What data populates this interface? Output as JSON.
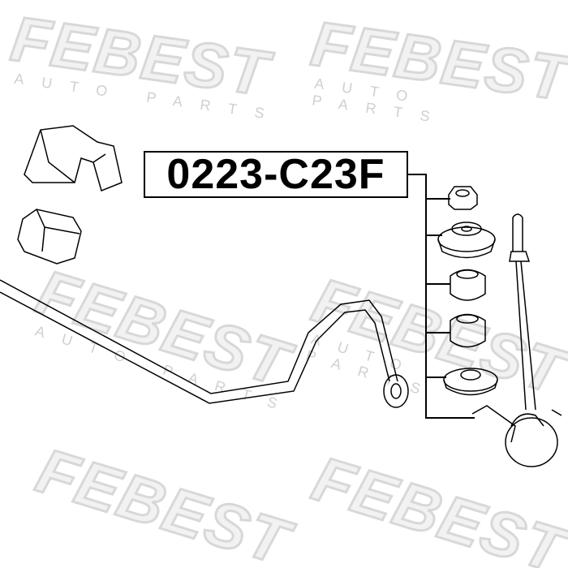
{
  "part_number": "0223-C23F",
  "watermark": {
    "brand": "FEBEST",
    "tagline": "AUTO PARTS"
  },
  "colors": {
    "line": "#000000",
    "watermark": "#d8d8d8"
  }
}
